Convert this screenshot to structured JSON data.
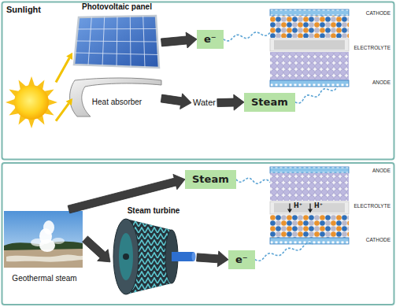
{
  "diagram": {
    "nodes": [
      {
        "text": [
          "Sunlight"
        ]
      },
      {
        "text": [
          "Photovoltaic panel"
        ]
      },
      {
        "text": [
          "e⁻"
        ]
      },
      {
        "text": [
          "CATHODE",
          "ELECTROLYTE",
          "ANODE"
        ]
      },
      {
        "text": [
          "Heat absorber"
        ]
      },
      {
        "text": [
          "Water"
        ]
      },
      {
        "text": [
          "Steam"
        ]
      },
      {
        "text": [
          "Steam"
        ]
      },
      {
        "text": [
          "ANODE",
          "H⁺",
          "H⁺",
          "ELECTROLYTE",
          "CATHODE"
        ]
      },
      {
        "text": [
          "Geothermal steam"
        ]
      },
      {
        "text": [
          "Steam turbine"
        ]
      },
      {
        "text": [
          "e⁻"
        ]
      }
    ],
    "edges": [
      {
        "from": 0,
        "to": 1,
        "arrow": "to"
      },
      {
        "from": 0,
        "to": 4,
        "arrow": "to"
      },
      {
        "from": 1,
        "to": 2,
        "arrow": "to"
      },
      {
        "from": 2,
        "to": 3,
        "arrow": "none"
      },
      {
        "from": 4,
        "to": 5,
        "arrow": "to"
      },
      {
        "from": 5,
        "to": 6,
        "arrow": "to"
      },
      {
        "from": 6,
        "to": 3,
        "arrow": "none"
      },
      {
        "from": 9,
        "to": 7,
        "arrow": "to"
      },
      {
        "from": 9,
        "to": 10,
        "arrow": "to"
      },
      {
        "from": 10,
        "to": 11,
        "arrow": "to"
      },
      {
        "from": 7,
        "to": 8,
        "arrow": "none"
      },
      {
        "from": 11,
        "to": 8,
        "arrow": "none"
      }
    ]
  }
}
